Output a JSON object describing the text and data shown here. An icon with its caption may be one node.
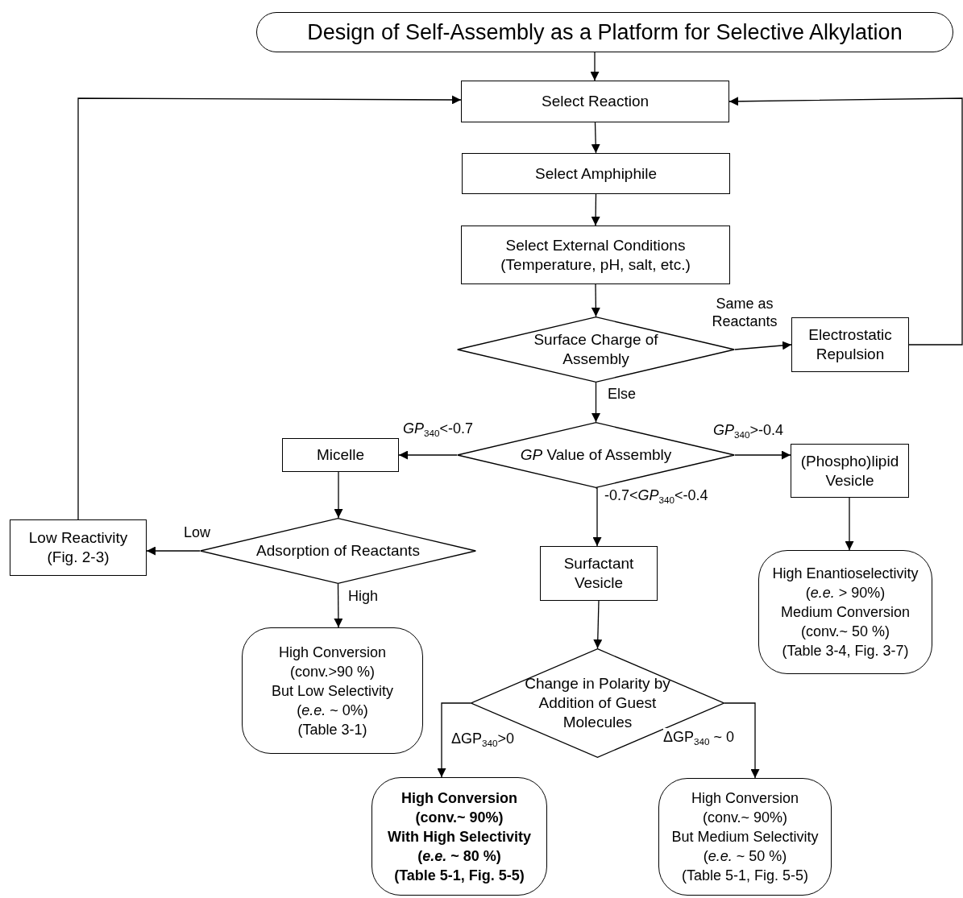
{
  "diagram": {
    "nodes": [
      {
        "text": [
          "Design of Self-Assembly as a Platform for Selective Alkylation"
        ]
      },
      {
        "text": [
          "Select Reaction"
        ]
      },
      {
        "text": [
          "Select Amphiphile"
        ]
      },
      {
        "text": [
          "Select External Conditions",
          "(Temperature, pH, salt, etc.)"
        ]
      },
      {
        "text": [
          "Surface Charge of Assembly"
        ]
      },
      {
        "text": [
          "Electrostatic Repulsion"
        ]
      },
      {
        "text": [
          "*GP* Value of Assembly"
        ]
      },
      {
        "text": [
          "Micelle"
        ]
      },
      {
        "text": [
          "(Phospho)lipid Vesicle"
        ]
      },
      {
        "text": [
          "Adsorption of Reactants"
        ]
      },
      {
        "text": [
          "Low Reactivity (Fig. 2-3)"
        ]
      },
      {
        "text": [
          "Surfactant Vesicle"
        ]
      },
      {
        "text": [
          "High Enantioselectivity",
          "(*e.e.* > 90%)",
          "Medium Conversion",
          "(conv.~ 50 %)",
          "(Table 3-4, Fig. 3-7)"
        ]
      },
      {
        "text": [
          "High Conversion",
          "(conv.>90 %)",
          "But Low Selectivity",
          "(*e.e.* ~ 0%)",
          "(Table 3-1)"
        ]
      },
      {
        "text": [
          "Change in Polarity by Addition of Guest Molecules"
        ]
      },
      {
        "text": [
          "High Conversion",
          "(conv.~ 90%)",
          "With High Selectivity",
          "(*e.e.* ~ 80 %)",
          "(Table 5-1, Fig. 5-5)"
        ]
      },
      {
        "text": [
          "High Conversion",
          "(conv.~ 90%)",
          "But Medium Selectivity",
          "(*e.e.* ~ 50 %)",
          "(Table 5-1, Fig. 5-5)"
        ]
      }
    ],
    "edges": [
      {
        "from": 0,
        "to": 1,
        "arrow": "to"
      },
      {
        "from": 10,
        "to": 1,
        "arrow": "to"
      },
      {
        "from": 5,
        "to": 1,
        "arrow": "to"
      },
      {
        "from": 1,
        "to": 2,
        "arrow": "to"
      },
      {
        "from": 2,
        "to": 3,
        "arrow": "to"
      },
      {
        "from": 3,
        "to": 4,
        "arrow": "to"
      },
      {
        "from": 4,
        "to": 5,
        "arrow": "to",
        "label": "Same as Reactants"
      },
      {
        "from": 4,
        "to": 6,
        "arrow": "to",
        "label": "Else"
      },
      {
        "from": 6,
        "to": 7,
        "arrow": "to",
        "label": "*GP*$_{340}$<-0.7"
      },
      {
        "from": 6,
        "to": 8,
        "arrow": "to",
        "label": "*GP*$_{340}$>-0.4"
      },
      {
        "from": 6,
        "to": 11,
        "arrow": "to",
        "label": "-0.7<*GP*$_{340}$<-0.4"
      },
      {
        "from": 7,
        "to": 9,
        "arrow": "to"
      },
      {
        "from": 9,
        "to": 10,
        "arrow": "to",
        "label": "Low"
      },
      {
        "from": 9,
        "to": 13,
        "arrow": "to",
        "label": "High"
      },
      {
        "from": 8,
        "to": 12,
        "arrow": "to"
      },
      {
        "from": 11,
        "to": 14,
        "arrow": "to"
      },
      {
        "from": 14,
        "to": 15,
        "arrow": "to",
        "label": "ΔGP$_{340}$>0"
      },
      {
        "from": 14,
        "to": 16,
        "arrow": "to",
        "label": "ΔGP$_{340}$ ~ 0"
      }
    ]
  }
}
